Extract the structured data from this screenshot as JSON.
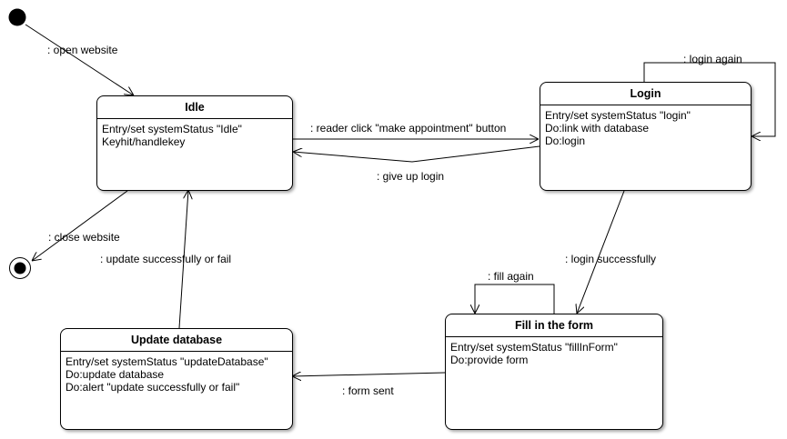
{
  "states": {
    "idle": {
      "name": "Idle",
      "activities": [
        "Entry/set systemStatus \"Idle\"",
        "Keyhit/handlekey"
      ]
    },
    "login": {
      "name": "Login",
      "activities": [
        "Entry/set systemStatus \"login\"",
        "Do:link with database",
        "Do:login"
      ]
    },
    "fill_form": {
      "name": "Fill in the form",
      "activities": [
        "Entry/set systemStatus \"fillInForm\"",
        "Do:provide form"
      ]
    },
    "update_database": {
      "name": "Update database",
      "activities": [
        "Entry/set systemStatus \"updateDatabase\"",
        "Do:update database",
        "Do:alert \"update successfully or fail\""
      ]
    }
  },
  "transitions": {
    "open_website": ": open website",
    "reader_click": ": reader click \"make appointment\" button",
    "give_up_login": ": give up login",
    "login_again": ": login again",
    "login_successfully": ": login successfully",
    "fill_again": ": fill again",
    "form_sent": ": form sent",
    "update_result": ": update successfully or fail",
    "close_website": ": close website"
  }
}
